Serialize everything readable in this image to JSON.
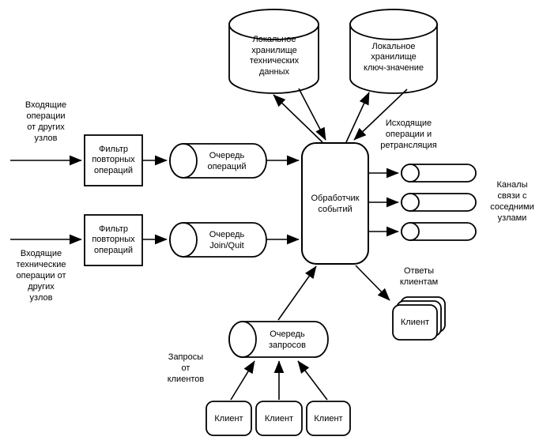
{
  "colors": {
    "background": "#ffffff",
    "stroke": "#000000",
    "fill": "#ffffff",
    "text": "#000000"
  },
  "nodes": {
    "storage_tech": {
      "label": "Локальное\nхранилище\nтехнических\nданных"
    },
    "storage_kv": {
      "label": "Локальное\nхранилище\nключ-значение"
    },
    "filter1": {
      "label": "Фильтр\nповторных\nопераций"
    },
    "filter2": {
      "label": "Фильтр\nповторных\nопераций"
    },
    "queue_ops": {
      "label": "Очередь\nопераций"
    },
    "queue_join": {
      "label": "Очередь\nJoin/Quit"
    },
    "queue_requests": {
      "label": "Очередь\nзапросов"
    },
    "processor": {
      "label": "Обработчик\nсобытий"
    },
    "client1": {
      "label": "Клиент"
    },
    "client2": {
      "label": "Клиент"
    },
    "client3": {
      "label": "Клиент"
    },
    "client_stack": {
      "label": "Клиент"
    }
  },
  "annotations": {
    "incoming_ops": "Входящие\nоперации\nот других\nузлов",
    "incoming_tech": "Входящие\nтехнические\nоперации от\nдругих\nузлов",
    "outgoing": "Исходящие\nоперации и\nретрансляция",
    "channels": "Каналы\nсвязи с\nсоседними\nузлами",
    "responses": "Ответы\nклиентам",
    "requests": "Запросы\nот\nклиентов"
  }
}
